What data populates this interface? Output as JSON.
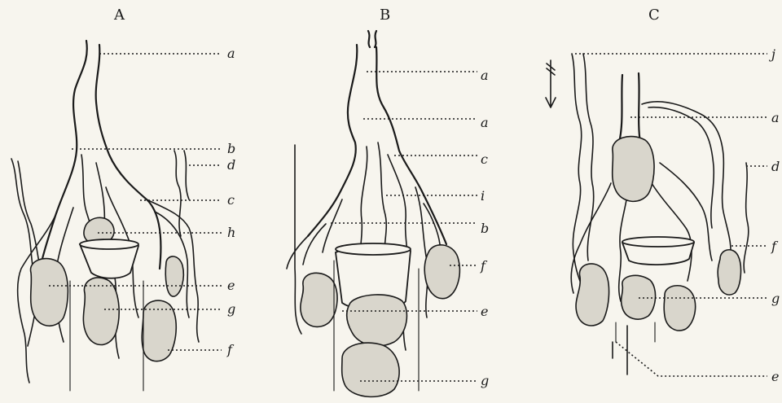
{
  "panels": [
    {
      "title": "A",
      "labels": [
        "a",
        "b",
        "d",
        "c",
        "h",
        "e",
        "g",
        "f"
      ]
    },
    {
      "title": "B",
      "labels": [
        "a",
        "a",
        "c",
        "i",
        "b",
        "f",
        "e",
        "g"
      ]
    },
    {
      "title": "C",
      "labels": [
        "j",
        "a",
        "d",
        "f",
        "g",
        "e"
      ]
    }
  ],
  "colors": {
    "ink": "#1a1a1a",
    "paper": "#f7f5ee"
  }
}
